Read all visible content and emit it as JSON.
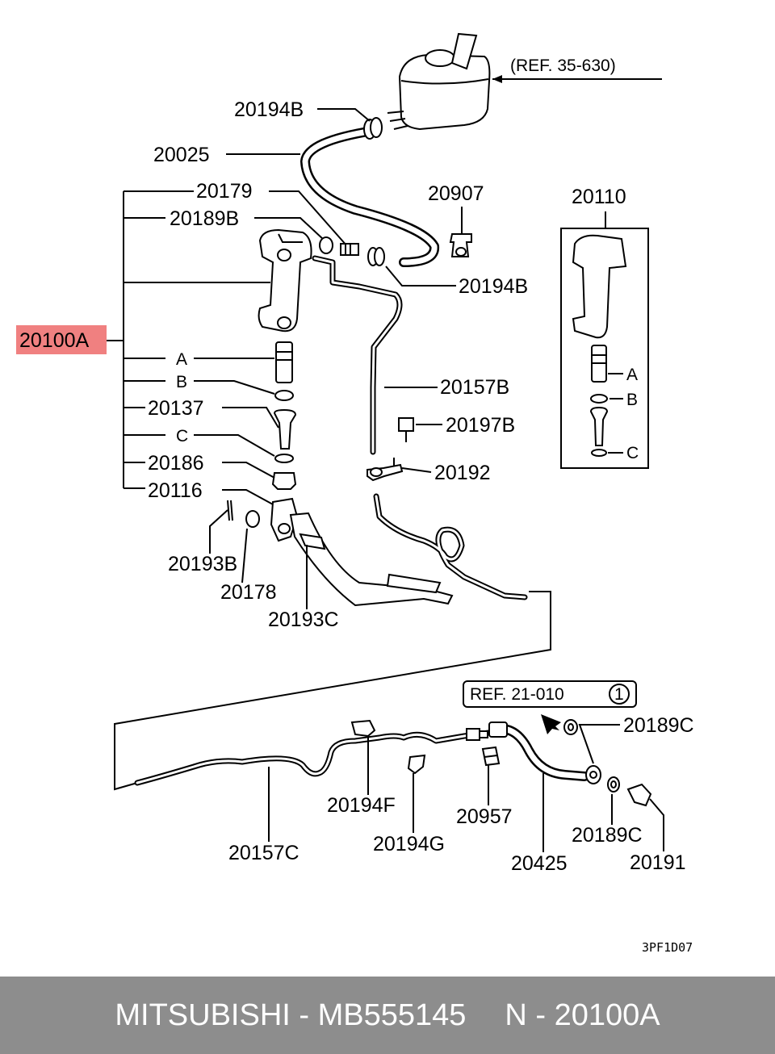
{
  "labels": {
    "ref_35_630": "(REF. 35-630)",
    "p20194B_top": "20194B",
    "p20025": "20025",
    "p20179": "20179",
    "p20907": "20907",
    "p20110": "20110",
    "p20189B": "20189B",
    "p20194B_mid": "20194B",
    "p20100A": "20100A",
    "mark_A": "A",
    "mark_B": "B",
    "p20137": "20137",
    "mark_C": "C",
    "p20186": "20186",
    "p20116": "20116",
    "p20157B": "20157B",
    "p20197B": "20197B",
    "p20192": "20192",
    "p20193B": "20193B",
    "p20178": "20178",
    "p20193C": "20193C",
    "inset_A": "A",
    "inset_B": "B",
    "inset_C": "C",
    "ref_21_010": "REF. 21-010",
    "ref_21_010_num": "1",
    "p20189C_top": "20189C",
    "p20194F": "20194F",
    "p20957": "20957",
    "p20189C_bot": "20189C",
    "p20157C": "20157C",
    "p20194G": "20194G",
    "p20425": "20425",
    "p20191": "20191",
    "diagram_code": "3PF1D07"
  },
  "footer": {
    "brand_part": "MITSUBISHI - MB555145",
    "ref_part": "N - 20100A"
  },
  "colors": {
    "highlight": "#f08080",
    "footer_bg": "#8d8d8d",
    "footer_text": "#ffffff"
  }
}
